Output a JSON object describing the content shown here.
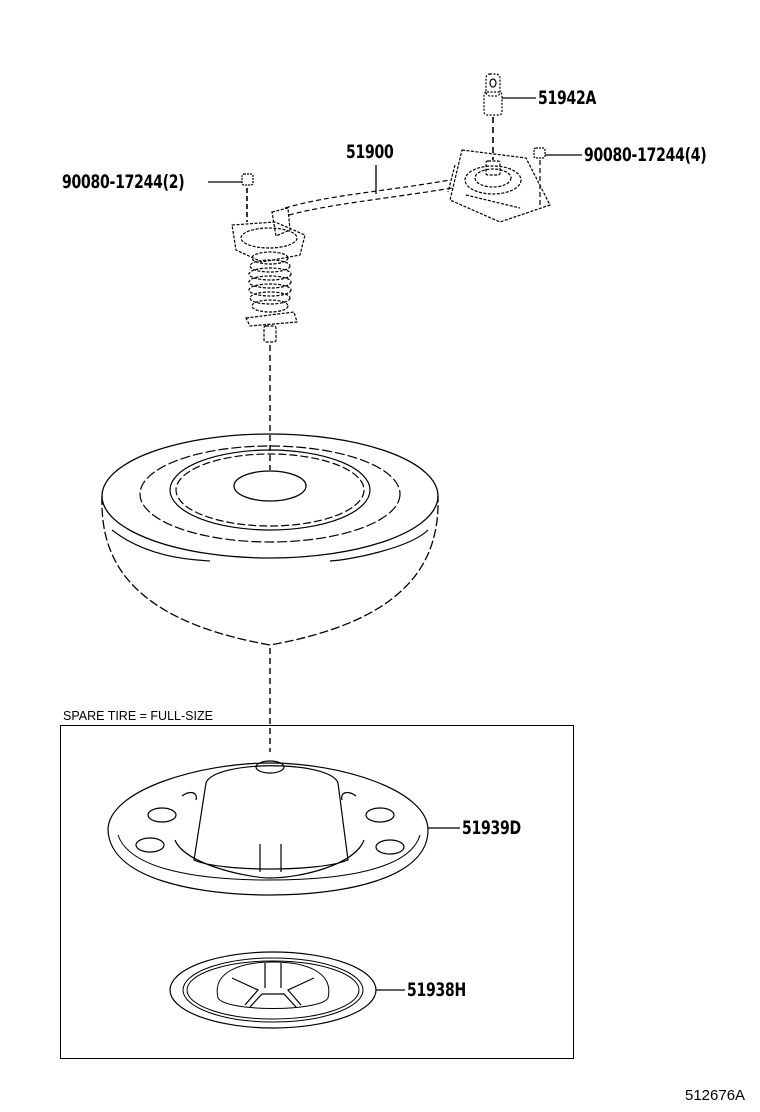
{
  "diagram": {
    "type": "exploded parts diagram",
    "subject": "spare tire carrier assembly",
    "colors": {
      "line": "#000000",
      "background": "#ffffff"
    }
  },
  "parts": [
    {
      "id": "part-51942A",
      "label": "51942A",
      "description": "winch shaft adapter/pin"
    },
    {
      "id": "part-90080-17244-4",
      "label": "90080-17244(4)",
      "description": "nut, qty 4"
    },
    {
      "id": "part-51900",
      "label": "51900",
      "description": "spare wheel carrier assembly"
    },
    {
      "id": "part-90080-17244-2",
      "label": "90080-17244(2)",
      "description": "nut, qty 2"
    },
    {
      "id": "part-51939D",
      "label": "51939D",
      "description": "spare wheel stopper / hub plate"
    },
    {
      "id": "part-51938H",
      "label": "51938H",
      "description": "spare wheel retainer"
    }
  ],
  "frame": {
    "caption": "SPARE TIRE = FULL-SIZE"
  },
  "illustration_id": "512676A"
}
